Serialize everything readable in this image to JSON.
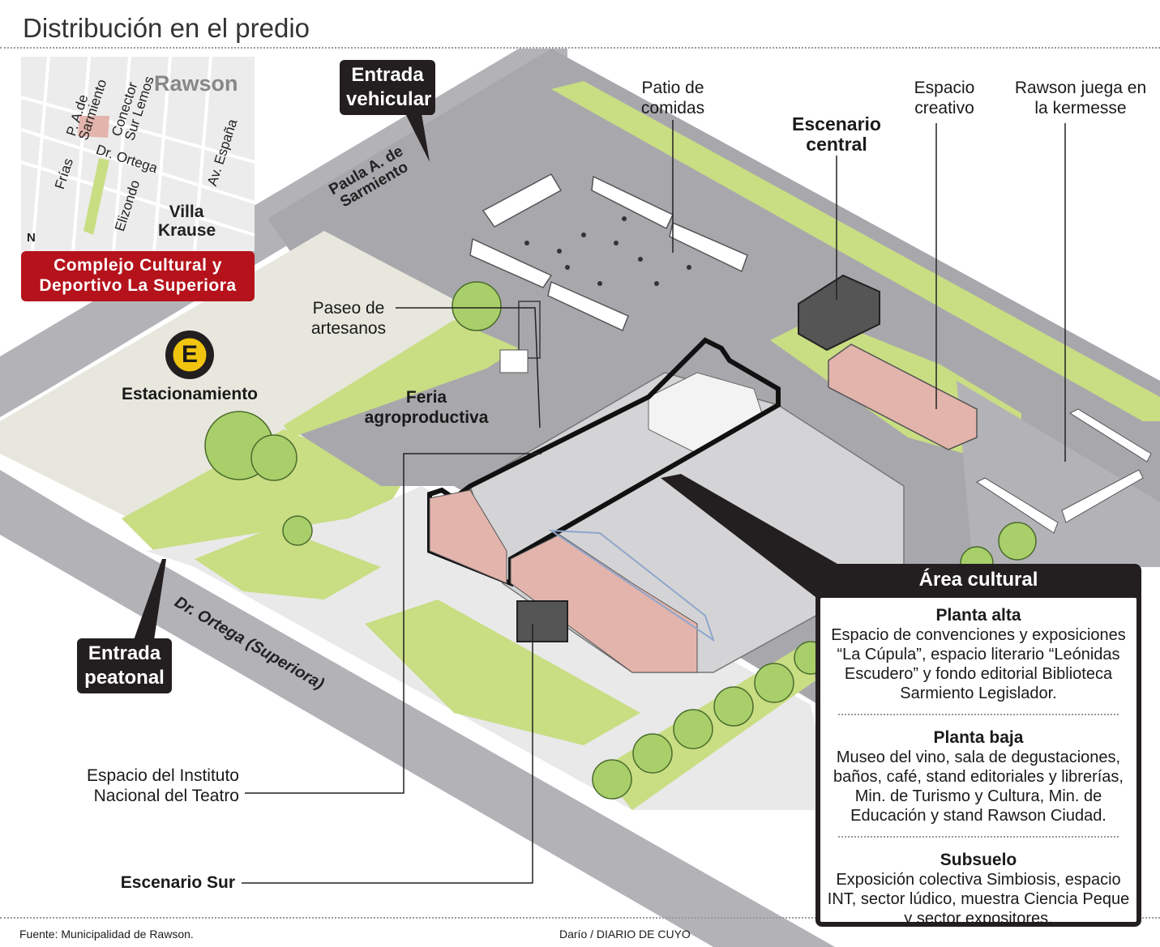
{
  "title": "Distribución en el predio",
  "inset_map": {
    "city": "Rawson",
    "district": "Villa Krause",
    "streets": [
      "P. A.de Sarmiento",
      "Conector Sur Lemos",
      "Dr. Ortega",
      "Frías",
      "Elizondo",
      "Av. España"
    ],
    "north": "N",
    "location_label": "Complejo Cultural y Deportivo La Superiora"
  },
  "streets": {
    "top": "Paula A. de Sarmiento",
    "bottom": "Dr. Ortega (Superiora)"
  },
  "entrances": {
    "vehicular": "Entrada vehicular",
    "peatonal": "Entrada peatonal"
  },
  "parking": {
    "icon_letter": "E",
    "label": "Estacionamiento"
  },
  "labels": {
    "patio": "Patio de comidas",
    "escenario_central": "Escenario central",
    "espacio_creativo": "Espacio creativo",
    "kermesse": "Rawson juega en la kermesse",
    "paseo": "Paseo de artesanos",
    "feria": "Feria agroproductiva",
    "int": "Espacio del Instituto Nacional del Teatro",
    "escenario_sur": "Escenario Sur"
  },
  "area_cultural": {
    "title": "Área cultural",
    "sections": [
      {
        "heading": "Planta alta",
        "text": "Espacio de convenciones y exposiciones “La Cúpula”, espacio literario “Leónidas Escudero” y fondo editorial Biblioteca Sarmiento Legislador."
      },
      {
        "heading": "Planta baja",
        "text": "Museo del vino, sala de degustaciones, baños, café, stand editoriales y librerías, Min. de Turismo y Cultura, Min. de Educación y stand Rawson Ciudad."
      },
      {
        "heading": "Subsuelo",
        "text": "Exposición colectiva Simbiosis, espacio INT, sector lúdico, muestra Ciencia Peque y sector expositores."
      }
    ]
  },
  "footer": {
    "source": "Fuente: Municipalidad de Rawson.",
    "credit": "Darío / DIARIO DE CUYO"
  },
  "colors": {
    "road": "#b3b3b7",
    "lot": "#a8a8ac",
    "green": "#c9dd83",
    "parking": "#e7e7dd",
    "brick": "#e3b4ac",
    "red": "#b5121b",
    "dark": "#231f20"
  }
}
